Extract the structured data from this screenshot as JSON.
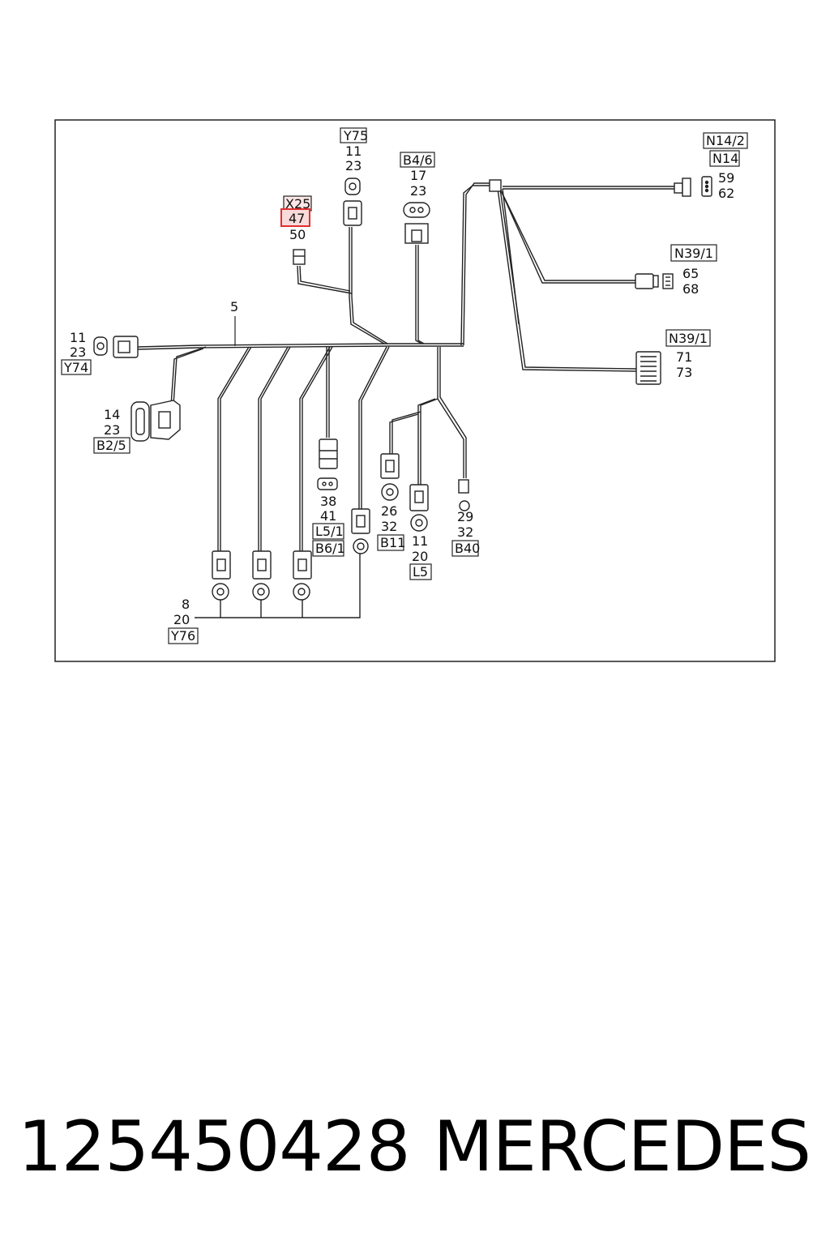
{
  "diagram": {
    "components": [
      {
        "id": "Y75",
        "pins": [
          "11",
          "23"
        ]
      },
      {
        "id": "B4/6",
        "pins": [
          "17",
          "23"
        ]
      },
      {
        "id": "X25",
        "pins": [
          "47",
          "50"
        ],
        "highlighted_pin": "47"
      },
      {
        "id": "N14/2",
        "pins": []
      },
      {
        "id": "N14",
        "pins": [
          "59",
          "62"
        ]
      },
      {
        "id": "N39/1",
        "pins": [
          "65",
          "68"
        ]
      },
      {
        "id": "N39/1",
        "pins": [
          "71",
          "73"
        ]
      },
      {
        "id": "Y74",
        "pins": [
          "11",
          "23"
        ]
      },
      {
        "id": "B2/5",
        "pins": [
          "14",
          "23"
        ]
      },
      {
        "id": "L5/1",
        "pins": [
          "38",
          "41"
        ]
      },
      {
        "id": "B6/1",
        "pins": []
      },
      {
        "id": "B11",
        "pins": [
          "26",
          "32"
        ]
      },
      {
        "id": "L5",
        "pins": [
          "11",
          "20"
        ]
      },
      {
        "id": "B40",
        "pins": [
          "29",
          "32"
        ]
      },
      {
        "id": "Y76",
        "pins": [
          "8",
          "20"
        ]
      }
    ],
    "harness_number": "5",
    "highlight_color": "#e03030"
  },
  "footer": {
    "part_number": "125450428",
    "brand": "MERCEDES"
  }
}
